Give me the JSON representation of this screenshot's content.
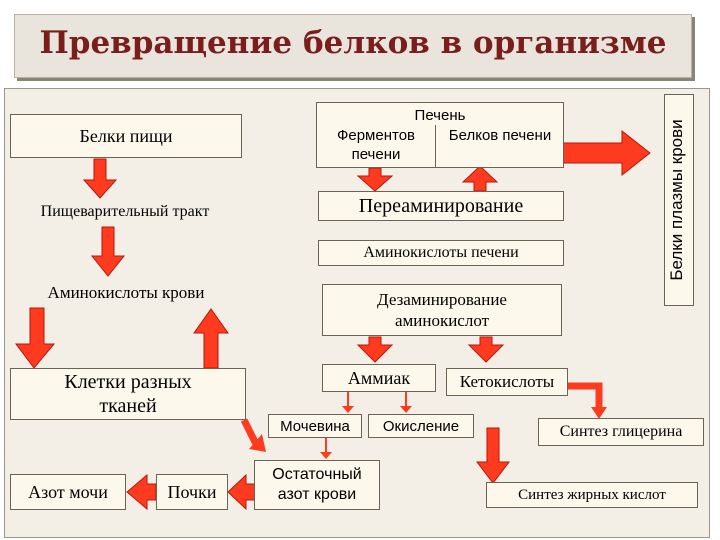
{
  "title": "Превращение белков в организме",
  "nodes": {
    "food_proteins": "Белки пищи",
    "digestive_tract": "Пищеварительный тракт",
    "blood_amino_acids": "Аминокислоты крови",
    "tissue_cells": "Клетки разных тканей",
    "urine_nitrogen": "Азот мочи",
    "kidneys": "Почки",
    "liver": {
      "title": "Печень",
      "enzymes": "Ферментов печени",
      "proteins": "Белков печени"
    },
    "plasma_proteins": "Белки плазмы крови",
    "transamination": "Переаминирование",
    "liver_amino_acids": "Аминокислоты печени",
    "deamination": "Дезаминирование аминокислот",
    "ammonia": "Аммиак",
    "keto_acids": "Кетокислоты",
    "urea": "Мочевина",
    "oxidation": "Окисление",
    "glycerol_synthesis": "Синтез глицерина",
    "residual_nitrogen": "Остаточный азот крови",
    "fatty_acid_synthesis": "Синтез жирных кислот"
  },
  "colors": {
    "title": "#7a1d1d",
    "arrow": "#ff3b1f",
    "arrow_dark": "#b81608",
    "box_fill": "#fdf8ec",
    "panel": "#f3efe6"
  }
}
